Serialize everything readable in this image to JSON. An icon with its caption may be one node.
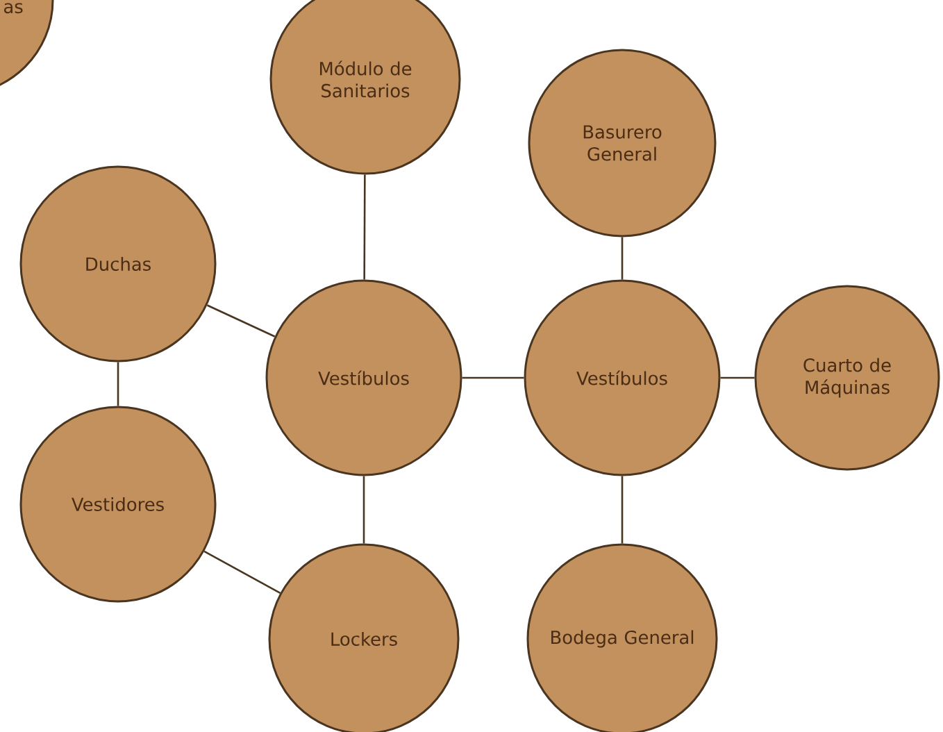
{
  "diagram": {
    "nodes": [
      {
        "text": [
          "as"
        ]
      },
      {
        "text": [
          "Módulo de Sanitarios"
        ]
      },
      {
        "text": [
          "Basurero General"
        ]
      },
      {
        "text": [
          "Duchas"
        ]
      },
      {
        "text": [
          "Vestíbulos"
        ]
      },
      {
        "text": [
          "Vestíbulos"
        ]
      },
      {
        "text": [
          "Cuarto de Máquinas"
        ]
      },
      {
        "text": [
          "Vestidores"
        ]
      },
      {
        "text": [
          "Lockers"
        ]
      },
      {
        "text": [
          "Bodega General"
        ]
      }
    ],
    "edges": [
      {
        "from": 1,
        "to": 4,
        "arrow": "none"
      },
      {
        "from": 3,
        "to": 4,
        "arrow": "none"
      },
      {
        "from": 3,
        "to": 7,
        "arrow": "none"
      },
      {
        "from": 7,
        "to": 8,
        "arrow": "none"
      },
      {
        "from": 4,
        "to": 8,
        "arrow": "none"
      },
      {
        "from": 4,
        "to": 5,
        "arrow": "none"
      },
      {
        "from": 2,
        "to": 5,
        "arrow": "none"
      },
      {
        "from": 5,
        "to": 6,
        "arrow": "none"
      },
      {
        "from": 5,
        "to": 9,
        "arrow": "none"
      }
    ]
  }
}
